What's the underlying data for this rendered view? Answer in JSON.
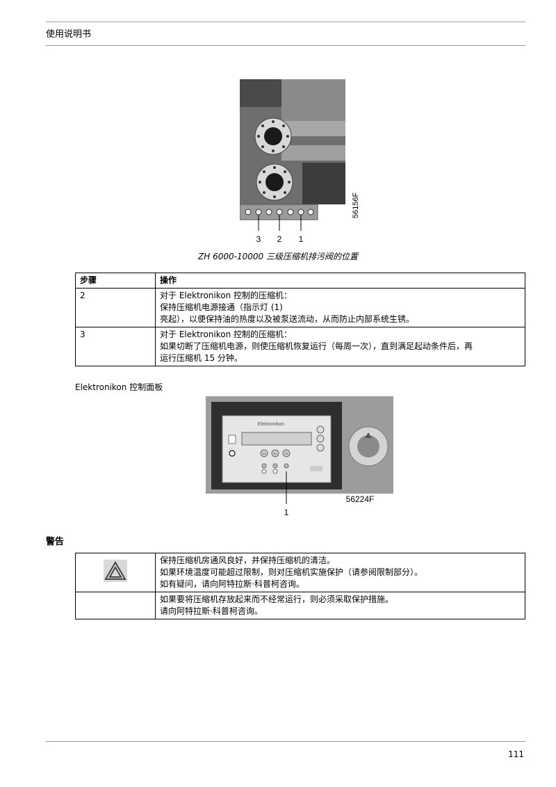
{
  "header": {
    "title": "使用说明书"
  },
  "figure1": {
    "side_code": "56156F",
    "callouts": [
      "3",
      "2",
      "1"
    ],
    "caption": "ZH 6000-10000 三级压缩机排污阀的位置"
  },
  "steps_table": {
    "headers": [
      "步骤",
      "操作"
    ],
    "rows": [
      {
        "step": "2",
        "lines": [
          "对于 Elektronikon 控制的压缩机：",
          "保持压缩机电源接通（指示灯 (1)",
          "亮起），以便保持油的热度以及被泵送流动，从而防止内部系统生锈。"
        ]
      },
      {
        "step": "3",
        "lines": [
          "对于 Elektronikon 控制的压缩机：",
          "如果切断了压缩机电源，则使压缩机恢复运行（每周一次），直到满足起动条件后，再",
          "运行压缩机 15 分钟。"
        ]
      }
    ]
  },
  "panel": {
    "label": "Elektronikon 控制面板",
    "brand": "Elektronikon",
    "code": "56224F",
    "callout": "1",
    "keys": [
      "F1",
      "F2",
      "F3"
    ]
  },
  "warnings": {
    "heading": "警告",
    "rows": [
      {
        "icon": "warning-triangle-icon",
        "lines": [
          "保持压缩机房通风良好，并保持压缩机的清洁。",
          "如果环境温度可能超过限制，则对压缩机实施保护（请参阅限制部分）。",
          "如有疑问，请向阿特拉斯·科普柯咨询。"
        ]
      },
      {
        "icon": "",
        "lines": [
          "如果要将压缩机存放起来而不经常运行，则必须采取保护措施。",
          "请向阿特拉斯·科普柯咨询。"
        ]
      }
    ]
  },
  "footer": {
    "page_number": "111"
  }
}
